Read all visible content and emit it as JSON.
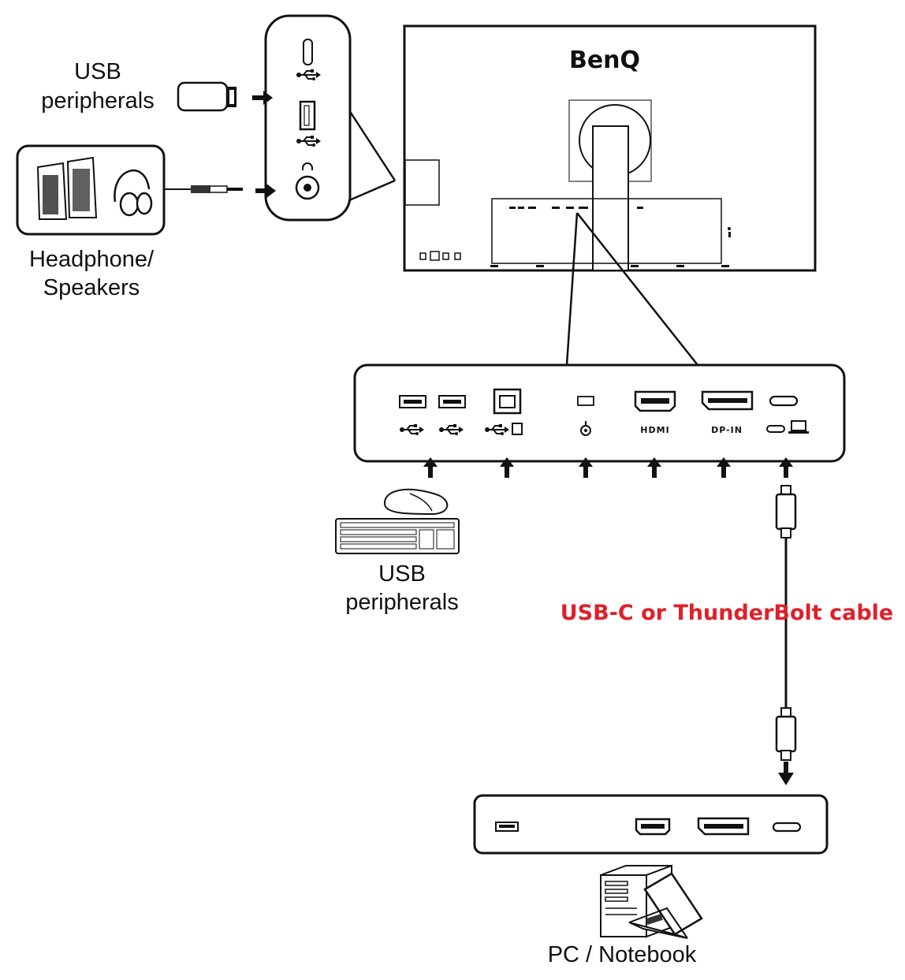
{
  "monitor": {
    "brand": "BenQ"
  },
  "labels": {
    "usb_peripherals_side_line1": "USB",
    "usb_peripherals_side_line2": "peripherals",
    "headphone_line1": "Headphone/",
    "headphone_line2": "Speakers",
    "usb_peripherals_bottom_line1": "USB",
    "usb_peripherals_bottom_line2": "peripherals",
    "cable": "USB-C or ThunderBolt cable",
    "pc": "PC / Notebook"
  },
  "ports": {
    "hdmi": "HDMI",
    "dp": "DP-IN"
  },
  "colors": {
    "cable_label": "#e0202a",
    "line": "#111111"
  },
  "icons": [
    "usb-stick-icon",
    "speakers-icon",
    "headphones-icon",
    "mouse-icon",
    "keyboard-icon",
    "pc-tower-icon",
    "laptop-icon",
    "usb-symbol-icon",
    "audio-jack-icon",
    "arrow-icon"
  ]
}
